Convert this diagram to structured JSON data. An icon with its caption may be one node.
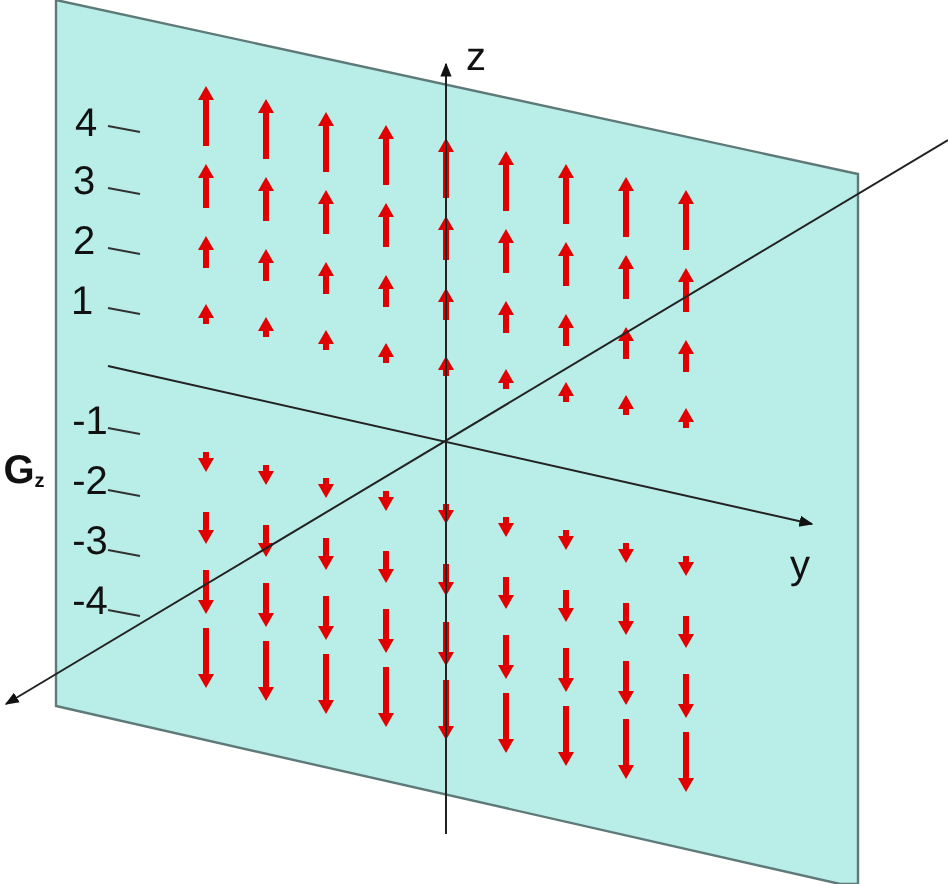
{
  "diagram": {
    "labels": [
      "z",
      "4",
      "3",
      "2",
      "1",
      "-1",
      "-2",
      "-3",
      "-4",
      "G$_{z}$",
      "y"
    ]
  }
}
